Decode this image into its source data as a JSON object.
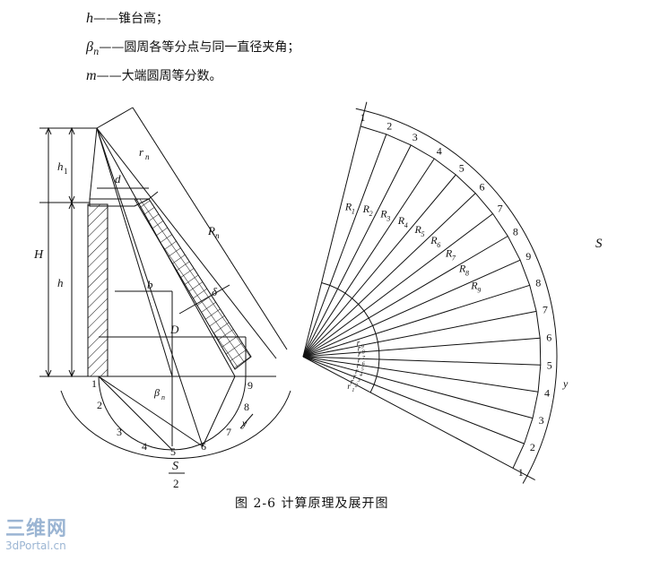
{
  "legend": [
    {
      "symbol": "h",
      "sub": "",
      "dash": "——",
      "text": "锥台高；"
    },
    {
      "symbol": "β",
      "sub": "n",
      "dash": "——",
      "text": "圆周各等分点与同一直径夹角；"
    },
    {
      "symbol": "m",
      "sub": "",
      "dash": "——",
      "text": "大端圆周等分数。"
    }
  ],
  "caption": "图 2-6   计算原理及展开图",
  "watermark": {
    "line1": "三维网",
    "line2": "3dPortal.cn"
  },
  "left_figure": {
    "labels": {
      "H": "H",
      "h": "h",
      "h1": "h",
      "h1_sub": "1",
      "d": "d",
      "b": "b",
      "D": "D",
      "r": "r",
      "r_sub": "n",
      "R": "R",
      "R_sub": "n",
      "delta": "δ",
      "beta": "β",
      "beta_sub": "n",
      "y": "y",
      "S_over_2_num": "S",
      "S_over_2_den": "2"
    },
    "division_points": [
      "1",
      "2",
      "3",
      "4",
      "5",
      "6",
      "7",
      "8",
      "9"
    ]
  },
  "right_figure": {
    "outer_numbers": [
      "1",
      "2",
      "3",
      "4",
      "5",
      "6",
      "7",
      "8",
      "9",
      "8",
      "7",
      "6",
      "5",
      "4",
      "3",
      "2",
      "1"
    ],
    "R_labels": [
      {
        "main": "R",
        "sub": "1"
      },
      {
        "main": "R",
        "sub": "2"
      },
      {
        "main": "R",
        "sub": "3"
      },
      {
        "main": "R",
        "sub": "4"
      },
      {
        "main": "R",
        "sub": "5"
      },
      {
        "main": "R",
        "sub": "6"
      },
      {
        "main": "R",
        "sub": "7"
      },
      {
        "main": "R",
        "sub": "8"
      },
      {
        "main": "R",
        "sub": "9"
      }
    ],
    "r_labels": [
      {
        "main": "r",
        "sub": "9"
      },
      {
        "main": "r",
        "sub": "8"
      },
      {
        "main": "r",
        "sub": "7"
      },
      {
        "main": "r",
        "sub": "6"
      },
      {
        "main": "r",
        "sub": "5"
      },
      {
        "main": "r",
        "sub": "4"
      },
      {
        "main": "r",
        "sub": "3"
      },
      {
        "main": "r",
        "sub": "2"
      },
      {
        "main": "r",
        "sub": "1"
      }
    ],
    "labels": {
      "S": "S",
      "y": "y"
    }
  }
}
